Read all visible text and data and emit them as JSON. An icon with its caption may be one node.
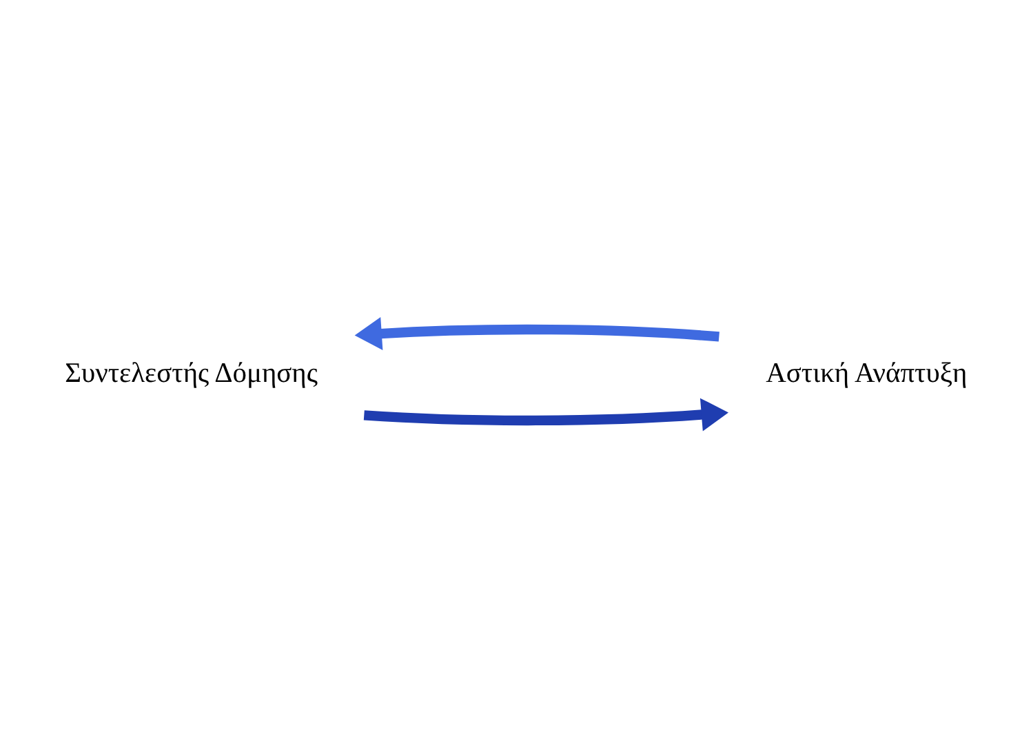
{
  "diagram": {
    "nodes": [
      {
        "text": [
          "Συντελεστής Δόμησης"
        ]
      },
      {
        "text": [
          "Αστική Ανάπτυξη"
        ]
      }
    ],
    "edges": [
      {
        "from": 0,
        "to": 1,
        "arrow": "to",
        "color": "#1f3db0"
      },
      {
        "from": 1,
        "to": 0,
        "arrow": "to",
        "color": "#3f6ae0"
      }
    ]
  }
}
